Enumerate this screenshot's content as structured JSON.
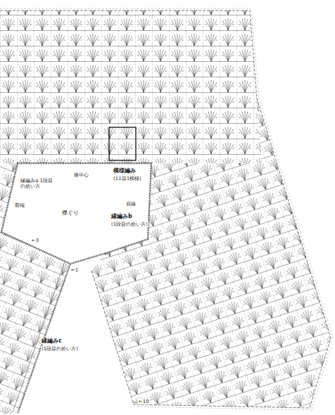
{
  "diagram": {
    "nodes": [
      {
        "text": [
          "襟ぐり"
        ]
      }
    ],
    "labels": [
      "後中心",
      "模様編み",
      "(11目1模様)",
      "縁編みa 1段目の拾い方",
      "前端",
      "肩線",
      "縁編みb",
      "(1段目の拾い方)",
      "縁編みc",
      "(1段目の拾い方)",
      "←3",
      "←1",
      "←10"
    ]
  }
}
